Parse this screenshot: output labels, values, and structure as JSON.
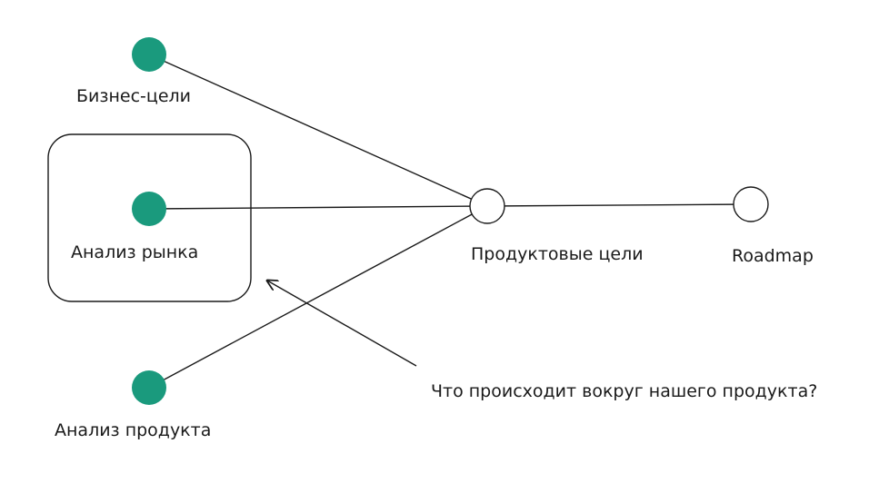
{
  "nodes": {
    "business_goals": {
      "label": "Бизнес-цели",
      "color": "#1a9a7d"
    },
    "market_analysis": {
      "label": "Анализ рынка",
      "color": "#1a9a7d"
    },
    "product_analysis": {
      "label": "Анализ продукта",
      "color": "#1a9a7d"
    },
    "product_goals": {
      "label_line1": "Продуктовые",
      "label_line2": "цели",
      "color": "#ffffff"
    },
    "roadmap": {
      "label": "Roadmap",
      "color": "#ffffff"
    }
  },
  "annotation": {
    "line1": "Что происходит вокруг",
    "line2": "нашего продукта?"
  },
  "colors": {
    "accent": "#1a9a7d",
    "stroke": "#1a1a1a"
  }
}
